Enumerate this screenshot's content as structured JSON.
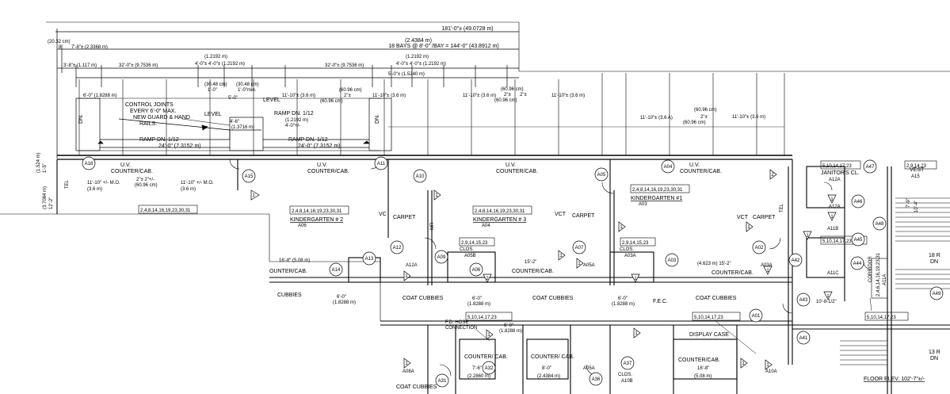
{
  "dimensions": {
    "overall": "181'-0\"± (49.0728 m)",
    "bay_metric": "(2.4384 m)",
    "bays": "18 BAYS @ 8'-0\" /BAY = 144'-0\" (43.8912 m)",
    "d_20_32": "(20.32 cm)",
    "d_8": "8\"",
    "d_7_8": "7'-8\"± (2.3368 m)",
    "d_3_8": "3'-8\"± (1.117 m)",
    "d_32_a": "32'-0\"± (9.7536 m)",
    "d_12192_a": "(1.2192 m)",
    "d_4_4_a": "4'-0\"± 4'-0\"± (1.2192 m)",
    "d_32_b": "32'-0\"± (9.7536 m)",
    "d_12192_b": "(1.2192 m)",
    "d_4_4_b": "4'-0\"± 4'-0\"± (1.2192 m)",
    "d_5_0": "5'-0\"± (1.5240 m)",
    "d_6_0_top": "6'-0\" (1.8288 m)",
    "d_3048_a": "(30.48 cm)",
    "d_1_0_a": "1'-0\"",
    "d_3048_b": "(30.48 cm)",
    "d_1_0_min": "1'-0\"min.",
    "d_5_0_small": "5'-0\"",
    "d_4_6": "4'-6\"",
    "d_13716": "(1.3716 m)",
    "d_11_10_a": "11'-10\"± (3.6 m)",
    "d_6096_a": "(60.96 cm)",
    "d_2_a": "2\"±",
    "d_6096_a2": "(60.96 cm)",
    "d_11_10_b": "11'-10\"± (3.6 m)",
    "d_11_10_c": "11'-10\"± (3.6 m)",
    "d_6096_b": "(60.96 cm)",
    "d_2_b": "2\"±",
    "d_2_b2": "2\"±",
    "d_6096_b2": "(60.96 cm)",
    "d_11_10_d": "11'-10\"± (3.6 m)",
    "d_11_10_e": "11'-10\"± (3.6 A)",
    "d_6096_c": "(60.96 cm)",
    "d_2_c": "2\"±",
    "d_6096_c2": "(60.96 cm)",
    "d_11_10_f": "11'-10\"± (3.6 m)",
    "d_11_10_mo_a": "11'-10\" +/- M.O.",
    "d_36_a": "(3.6 m)",
    "d_2_mo": "2\"± 2\"+/-",
    "d_6096_mo": "(60.96 cm)",
    "d_11_10_mo_b": "11'-10\" +/- M.O.",
    "d_36_b": "(3.6 m)",
    "d_24_a": "24'-0\" (7.3152 m)",
    "d_24_b": "24'-0\" (7.3152 m)",
    "d_4_0_ramp": "4'-0\"+/-",
    "d_12192_ramp": "(1.2192 m)",
    "d_1_5": "1'-5\"",
    "d_1524": "(1.524 m)",
    "d_12_2": "12'-2\"",
    "d_37084": "(3.7084 m)",
    "d_16_8": "16'-8\" (5.08 m)",
    "d_6_0_a": "6'-0\"",
    "d_18288_a": "(1.8288 m)",
    "d_6_0_b": "6'-0\"",
    "d_18288_b": "(1.8288 m)",
    "d_15_2": "15'-2\"",
    "d_15_2_b": "(4.623 m) 15'-2\"",
    "d_6_0_c": "6'-0\"",
    "d_18288_c": "(1.8288 m)",
    "d_6_0_d": "6'-0\"",
    "d_18288_d": "(1.8288 m)",
    "d_7_6": "7'-6\"",
    "d_22860": "(2.2860 m)",
    "d_8_0": "8'-0\"",
    "d_24384": "(2.4384 m)",
    "d_16_8_b": "16'-8\"",
    "d_508_b": "(5.08 m)",
    "d_10_8": "10'-8-1/2\"",
    "d_7_9": "7'-9\"",
    "d_10_4": "10'-4\""
  },
  "notes": {
    "control_joints": [
      "CONTROL JOINTS",
      "EVERY 6'-0\" MAX.",
      "NEW GUARD & HAND",
      "RAILS."
    ],
    "ramp_1": "RAMP DN. 1/12",
    "ramp_2": "RAMP DN. 1/12",
    "ramp_3": "RAMP DN. 1/12",
    "level_1": "LEVEL",
    "level_2": "LEVEL",
    "dn_1": "DN.",
    "dn_2": "DN.",
    "uv_1": "U.V.",
    "counter_1": "COUNTER/CAB.",
    "uv_2": "U.V.",
    "counter_2": "COUNTER/CAB.",
    "uv_3": "U.V.",
    "counter_3": "COUNTER/CAB.",
    "uv_4": "U.V.",
    "counter_4": "COUNTER/CAB.",
    "tel_1": "TEL",
    "tel_2": "TEL",
    "vct_1": "VC",
    "carpet_1": "CARPET",
    "vct_2": "VCT",
    "carpet_2": "CARPET",
    "vct_3": "VCT",
    "carpet_3": "CARPET",
    "mr": "MR",
    "clos_1": "CLOS.",
    "clos_2": "CLOS.",
    "clos_3": "CLOS.",
    "counter_cab_a": "OUNTER/CAB.",
    "counter_cab_b": "COUNTER/CAB.",
    "counter_cab_c": "COUNTER/CAB.",
    "cubbies_1": "CUBBIES",
    "cubbies_2": "COAT CUBBIES",
    "cubbies_3": "COAT CUBBIES",
    "cubbies_4": "COAT CUBBIES",
    "cubbies_5": "COAT CUBBIES",
    "fec": "F.E.C.",
    "fd_hose": [
      "F.D. HOSE",
      "CONNECTION"
    ],
    "counter_lower_1": "COUNTER/ CAB.",
    "counter_lower_2": "COUNTER/ CAB.",
    "counter_lower_3": "COUNTER/CAB.",
    "display_case": "DISPLAY CASE",
    "janitor": "JANITOR'S CL.",
    "vest": "VEST",
    "corridor": "CORRIDOR",
    "r18": "18 R",
    "r18_dn": "DN",
    "r13": "13 R",
    "r13_dn": "DN",
    "floor_elev": "FLOOR ELEV. 102'-7\"±/-"
  },
  "rooms": {
    "kg2_tags": "2,4,8,14,16,19,23,30,31",
    "kg2_name": "KINDERGARTEN # 2",
    "kg2_no": "A06",
    "kg3_tags": "2,4,8,14,16,19,23,30,31",
    "kg3_name": "KINDERGARTEN # 3",
    "kg3_no": "A04",
    "kg1_tags": "2,4,8,14,16,19,23,30,31",
    "kg1_name": "KINDERGARTEN #1",
    "kg1_no": "A03",
    "partial_tags": "2,4,8,14,16,19,23,30,31",
    "clos1_tags": "2,9,14,15,23",
    "clos1_no": "A05B",
    "clos2_tags": "2,9,14,15,23",
    "clos2_no": "A03A",
    "jan_tags": "5,10,14,17,23",
    "jan_no": "A12A",
    "vest_tags": "2,9,14,23",
    "vest_no": "A15",
    "corr_tags": "2,4,6,14,16,19,23,31",
    "corr_no": "A11A",
    "a11b_tags": "5,10,14,17,23",
    "lower_tags_1": "5,10,14,17,23",
    "lower_tags_2": "5,10,14,17,23",
    "lower_tags_3": "5,10,14,17,23",
    "a11c": "A11C",
    "a11b": "A11B",
    "a10b": "A10B",
    "a10a": "A10A",
    "a08a": "A08A",
    "a05a": "A05A",
    "a03a_b": "A03A",
    "a12a_b": "A12A",
    "a05a_b": "A05A",
    "a12a_c": "A12A"
  },
  "door_tags": [
    "A16",
    "A15",
    "A11",
    "A10",
    "A05",
    "A04",
    "A47",
    "A46",
    "A45",
    "A44",
    "A49",
    "A48",
    "A43",
    "A42",
    "A02",
    "A03",
    "A07",
    "A12",
    "A13",
    "A14",
    "A09",
    "A06",
    "A01",
    "A41",
    "A32",
    "A31",
    "A37",
    "A36"
  ],
  "keynotes": [
    "1",
    "2",
    "1",
    "1",
    "1",
    "1",
    "1",
    "1",
    "1",
    "1",
    "1",
    "1",
    "1",
    "1",
    "2",
    "1",
    "1",
    "1",
    "1",
    "1"
  ]
}
